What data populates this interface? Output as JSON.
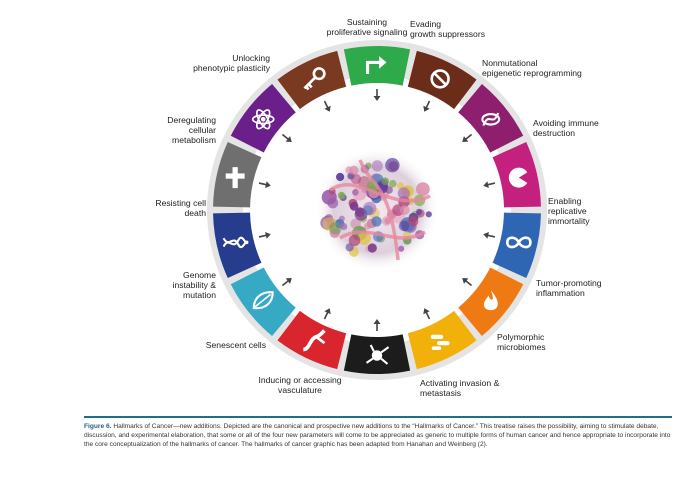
{
  "hallmarks": [
    {
      "name": "Sustaining proliferative signaling",
      "lines": [
        "Sustaining",
        "proliferative signaling"
      ],
      "color": "#2faa4a",
      "icon": "arrow-icon"
    },
    {
      "name": "Evading growth suppressors",
      "lines": [
        "Evading",
        "growth suppressors"
      ],
      "color": "#6b2c1a",
      "icon": "prohibition-icon"
    },
    {
      "name": "Nonmutational epigenetic reprogramming",
      "lines": [
        "Nonmutational",
        "epigenetic reprogramming"
      ],
      "color": "#8e1f6e",
      "icon": "chromatin-icon"
    },
    {
      "name": "Avoiding immune destruction",
      "lines": [
        "Avoiding immune",
        "destruction"
      ],
      "color": "#c4217f",
      "icon": "pacman-icon"
    },
    {
      "name": "Enabling replicative immortality",
      "lines": [
        "Enabling",
        "replicative",
        "immortality"
      ],
      "color": "#2f66b4",
      "icon": "infinity-icon"
    },
    {
      "name": "Tumor-promoting inflammation",
      "lines": [
        "Tumor-promoting",
        "inflammation"
      ],
      "color": "#ef7a14",
      "icon": "flame-icon"
    },
    {
      "name": "Polymorphic microbiomes",
      "lines": [
        "Polymorphic",
        "microbiomes"
      ],
      "color": "#f2b10a",
      "icon": "bacteria-icon"
    },
    {
      "name": "Activating invasion & metastasis",
      "lines": [
        "Activating invasion &",
        "metastasis"
      ],
      "color": "#1c1c1c",
      "icon": "spreading-cell-icon"
    },
    {
      "name": "Inducing or accessing vasculature",
      "lines": [
        "Inducing or accessing",
        "vasculature"
      ],
      "color": "#d9262e",
      "icon": "vessel-icon"
    },
    {
      "name": "Senescent cells",
      "lines": [
        "Senescent cells"
      ],
      "color": "#36a9c4",
      "icon": "leaf-icon"
    },
    {
      "name": "Genome instability & mutation",
      "lines": [
        "Genome",
        "instability &",
        "mutation"
      ],
      "color": "#263c8c",
      "icon": "dna-icon"
    },
    {
      "name": "Resisting cell death",
      "lines": [
        "Resisting cell",
        "death"
      ],
      "color": "#6f6f6f",
      "icon": "cross-icon"
    },
    {
      "name": "Deregulating cellular metabolism",
      "lines": [
        "Deregulating",
        "cellular",
        "metabolism"
      ],
      "color": "#6a1f8a",
      "icon": "atom-icon"
    },
    {
      "name": "Unlocking phenotypic plasticity",
      "lines": [
        "Unlocking",
        "phenotypic plasticity"
      ],
      "color": "#7a3a22",
      "icon": "key-icon"
    }
  ],
  "caption": {
    "figure_number": "Figure 6.",
    "text": "Hallmarks of Cancer—new additions. Depicted are the canonical and prospective new additions to the “Hallmarks of Cancer.” This treatise raises the possibility, aiming to stimulate debate, discussion, and experimental elaboration, that some or all of the four new parameters will come to be appreciated as generic to multiple forms of human cancer and hence appropriate to incorporate into the core conceptualization of the hallmarks of cancer. The hallmarks of cancer graphic has been adapted from Hanahan and Weinberg (2)."
  }
}
